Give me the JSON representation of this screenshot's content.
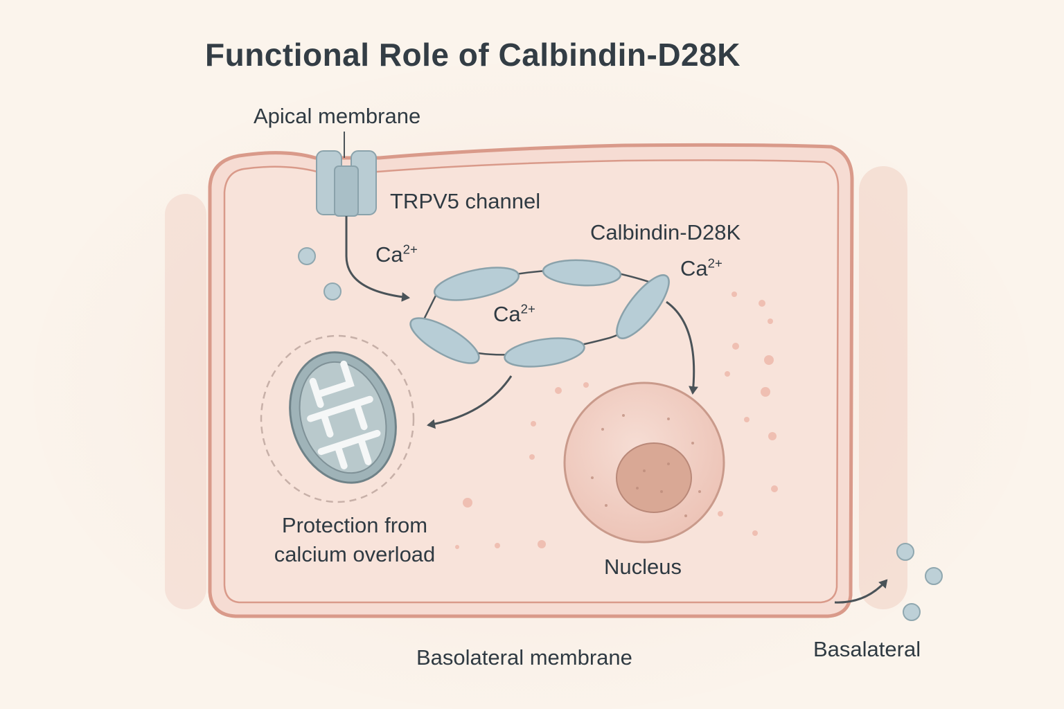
{
  "title": "Functional Role of Calbindin-D28K",
  "labels": {
    "apical_membrane": "Apical membrane",
    "trpv5_channel": "TRPV5 channel",
    "calbindin": "Calbindin-D28K",
    "ca_ion": "Ca",
    "ca_charge": "2+",
    "protection_line1": "Protection from",
    "protection_line2": "calcium overload",
    "nucleus": "Nucleus",
    "basolateral_membrane": "Basolateral membrane",
    "basalateral": "Basalateral"
  },
  "colors": {
    "background": "#fbf4ec",
    "cell_fill": "#f6dcd3",
    "membrane": "#d99a8a",
    "channel": "#b9ccd3",
    "protein": "#b7cdd6",
    "nucleus_outer": "#f1cdc2",
    "nucleolus": "#d9a895",
    "mitochondrion": "#a9bcc1",
    "text": "#2f3a42",
    "arrow": "#4a5358"
  }
}
